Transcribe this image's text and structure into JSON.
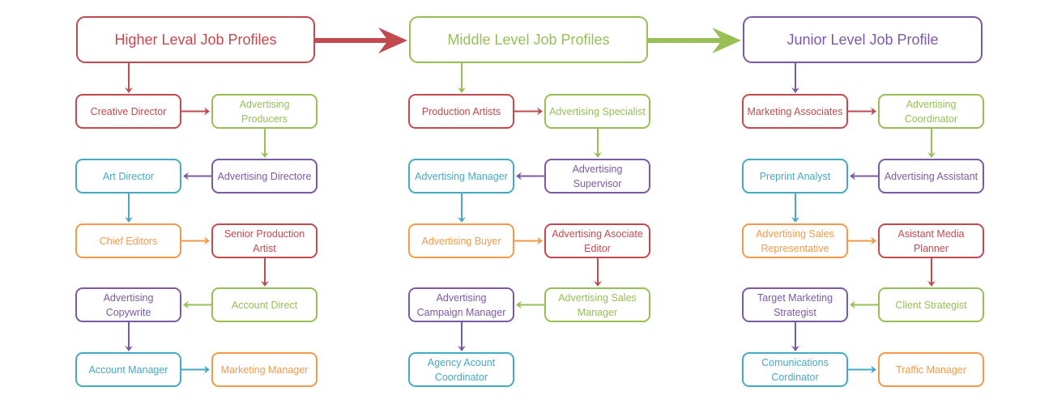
{
  "colors": {
    "red": "#c24a4f",
    "green": "#97bf55",
    "purple": "#7b5aa3",
    "teal": "#46a9c4",
    "orange": "#f39a4a"
  },
  "headers": [
    {
      "label": "Higher Leval Job Profiles",
      "color": "red"
    },
    {
      "label": "Middle Level Job Profiles",
      "color": "green"
    },
    {
      "label": "Junior Level Job Profile",
      "color": "purple"
    }
  ],
  "groups": [
    {
      "nodes": [
        {
          "label": "Creative Director",
          "color": "red",
          "row": 0,
          "col": 0
        },
        {
          "label": "Advertising Producers",
          "color": "green",
          "row": 0,
          "col": 1
        },
        {
          "label": "Advertising Directore",
          "color": "purple",
          "row": 1,
          "col": 1
        },
        {
          "label": "Art Director",
          "color": "teal",
          "row": 1,
          "col": 0
        },
        {
          "label": "Chief Editors",
          "color": "orange",
          "row": 2,
          "col": 0
        },
        {
          "label": "Senior Production Artist",
          "color": "red",
          "row": 2,
          "col": 1
        },
        {
          "label": "Account Direct",
          "color": "green",
          "row": 3,
          "col": 1
        },
        {
          "label": "Advertising Copywrite",
          "color": "purple",
          "row": 3,
          "col": 0
        },
        {
          "label": "Account Manager",
          "color": "teal",
          "row": 4,
          "col": 0
        },
        {
          "label": "Marketing Manager",
          "color": "orange",
          "row": 4,
          "col": 1
        }
      ]
    },
    {
      "nodes": [
        {
          "label": "Production Artists",
          "color": "red",
          "row": 0,
          "col": 0
        },
        {
          "label": "Advertising Specialist",
          "color": "green",
          "row": 0,
          "col": 1
        },
        {
          "label": "Advertising Supervisor",
          "color": "purple",
          "row": 1,
          "col": 1
        },
        {
          "label": "Advertising Manager",
          "color": "teal",
          "row": 1,
          "col": 0
        },
        {
          "label": "Advertising Buyer",
          "color": "orange",
          "row": 2,
          "col": 0
        },
        {
          "label": "Advertising Asociate Editor",
          "color": "red",
          "row": 2,
          "col": 1
        },
        {
          "label": "Advertising Sales Manager",
          "color": "green",
          "row": 3,
          "col": 1
        },
        {
          "label": "Advertising Campaign Manager",
          "color": "purple",
          "row": 3,
          "col": 0
        },
        {
          "label": "Agency Acount Coordinator",
          "color": "teal",
          "row": 4,
          "col": 0
        }
      ]
    },
    {
      "nodes": [
        {
          "label": "Marketing Associates",
          "color": "red",
          "row": 0,
          "col": 0
        },
        {
          "label": "Advertising Coordinator",
          "color": "green",
          "row": 0,
          "col": 1
        },
        {
          "label": "Advertising Assistant",
          "color": "purple",
          "row": 1,
          "col": 1
        },
        {
          "label": "Preprint Analyst",
          "color": "teal",
          "row": 1,
          "col": 0
        },
        {
          "label": "Advertising Sales Representative",
          "color": "orange",
          "row": 2,
          "col": 0
        },
        {
          "label": "Asistant Media Planner",
          "color": "red",
          "row": 2,
          "col": 1
        },
        {
          "label": "Client Strategist",
          "color": "green",
          "row": 3,
          "col": 1
        },
        {
          "label": "Target Marketing Strategist",
          "color": "purple",
          "row": 3,
          "col": 0
        },
        {
          "label": "Comunications Cordinator",
          "color": "teal",
          "row": 4,
          "col": 0
        },
        {
          "label": "Traffic Manager",
          "color": "orange",
          "row": 4,
          "col": 1
        }
      ]
    }
  ]
}
